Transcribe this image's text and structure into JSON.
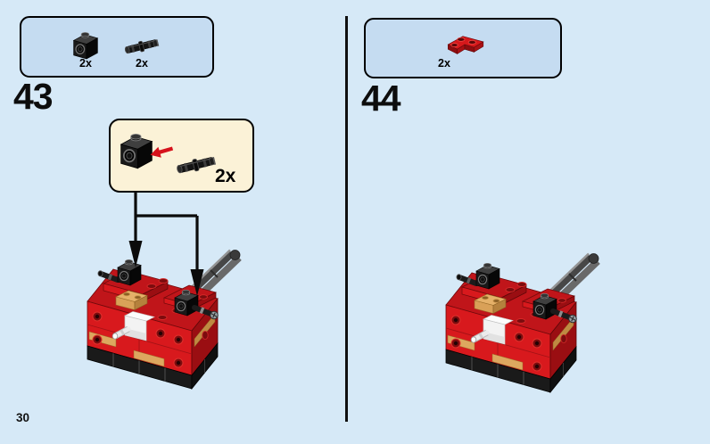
{
  "page": {
    "number": "30",
    "background_color": "#D6E9F7",
    "type": "lego-building-instructions-spread"
  },
  "colors": {
    "parts_box_fill": "#C5DCF1",
    "callout_fill": "#FBF2D7",
    "border": "#000000",
    "lego_red": "#D8191D",
    "lego_dark_red": "#9A0E12",
    "lego_tan": "#DDA75F",
    "lego_grey_bar": "#696969",
    "lego_black_part": "#191919",
    "insert_arrow_red": "#D6121B"
  },
  "steps": [
    {
      "number": "43",
      "parts": [
        {
          "icon": "technic-brick-1x1-hole-black-icon",
          "count": "2x"
        },
        {
          "icon": "technic-pin-black-icon",
          "count": "2x"
        }
      ],
      "callout": {
        "count": "2x",
        "relation": "insert-pin-into-brick-hole",
        "parts": [
          {
            "icon": "technic-brick-1x1-hole-black-icon"
          },
          {
            "icon": "insert-arrow-red-icon"
          },
          {
            "icon": "technic-pin-black-icon"
          }
        ]
      },
      "model": "red-brick-body-with-two-pin-bricks-and-grey-bar"
    },
    {
      "number": "44",
      "parts": [
        {
          "icon": "plate-2x2-corner-red-icon",
          "count": "2x"
        }
      ],
      "model": "red-brick-body-with-two-pin-bricks-and-grey-bar"
    }
  ]
}
